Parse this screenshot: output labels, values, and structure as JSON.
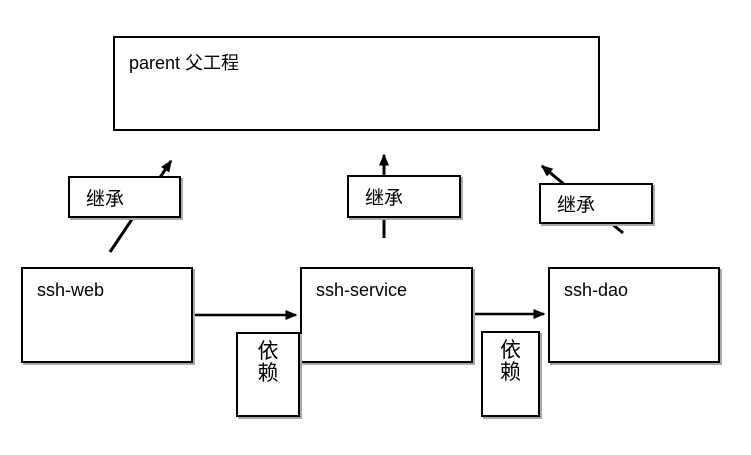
{
  "diagram": {
    "background_color": "#ffffff",
    "line_color": "#000000",
    "box_fill": "#ffffff",
    "box_border_color": "#000000",
    "shadow_color": "#a9a9a9",
    "nodes": [
      {
        "id": "parent",
        "label": "parent 父工程"
      },
      {
        "id": "ssh-web",
        "label": "ssh-web"
      },
      {
        "id": "ssh-service",
        "label": "ssh-service"
      },
      {
        "id": "ssh-dao",
        "label": "ssh-dao"
      }
    ],
    "edges": [
      {
        "from": "ssh-web",
        "to": "parent",
        "label": "继承",
        "style": "diagonal-up-right"
      },
      {
        "from": "ssh-service",
        "to": "parent",
        "label": "继承",
        "style": "straight-up"
      },
      {
        "from": "ssh-dao",
        "to": "parent",
        "label": "继承",
        "style": "diagonal-up-left"
      },
      {
        "from": "ssh-web",
        "to": "ssh-service",
        "label": "依赖",
        "style": "horizontal-right"
      },
      {
        "from": "ssh-service",
        "to": "ssh-dao",
        "label": "依赖",
        "style": "horizontal-right"
      }
    ]
  }
}
